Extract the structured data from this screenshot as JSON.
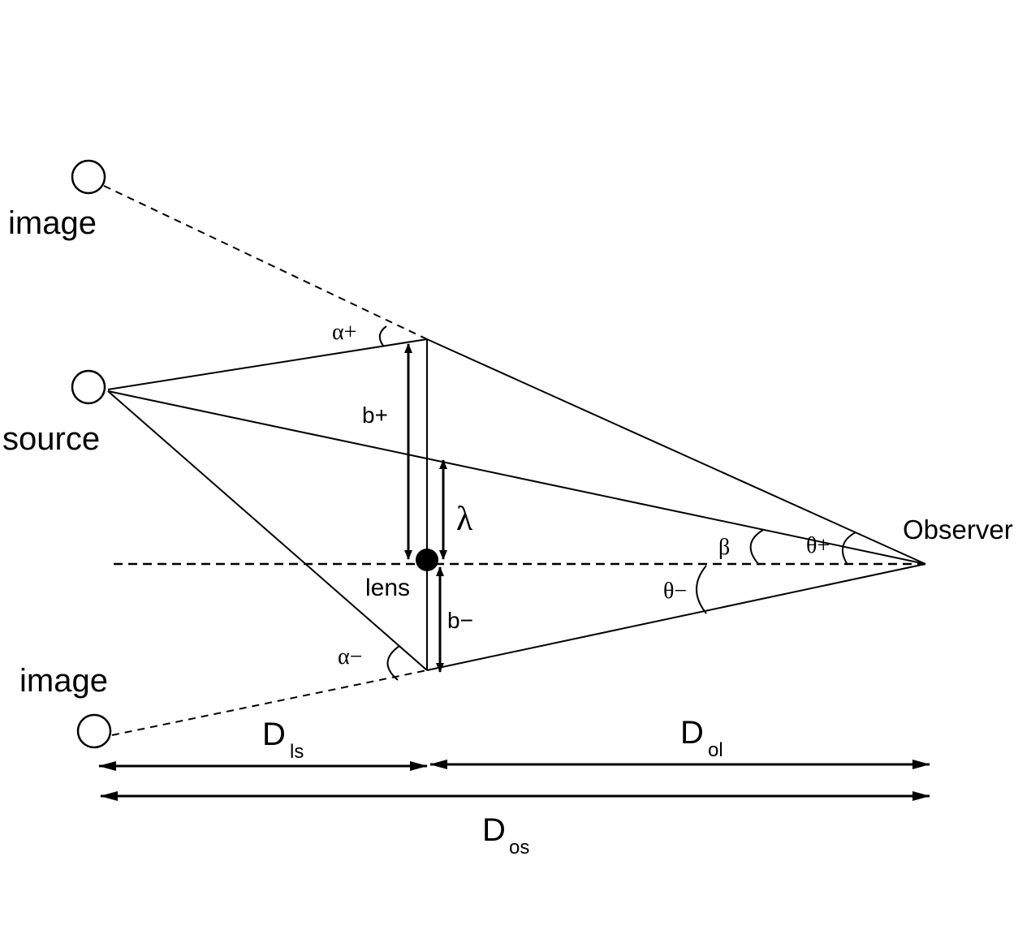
{
  "labels": {
    "image_top": "image",
    "source": "source",
    "image_bottom": "image",
    "observer": "Observer",
    "lens": "lens",
    "b_plus": "b+",
    "b_minus": "b−",
    "lambda": "λ",
    "alpha_plus": "α+",
    "alpha_minus": "α−",
    "beta": "β",
    "theta_plus": "θ+",
    "theta_minus": "θ−",
    "D_ls": "D",
    "D_ls_sub": "ls",
    "D_ol": "D",
    "D_ol_sub": "ol",
    "D_os": "D",
    "D_os_sub": "os"
  }
}
